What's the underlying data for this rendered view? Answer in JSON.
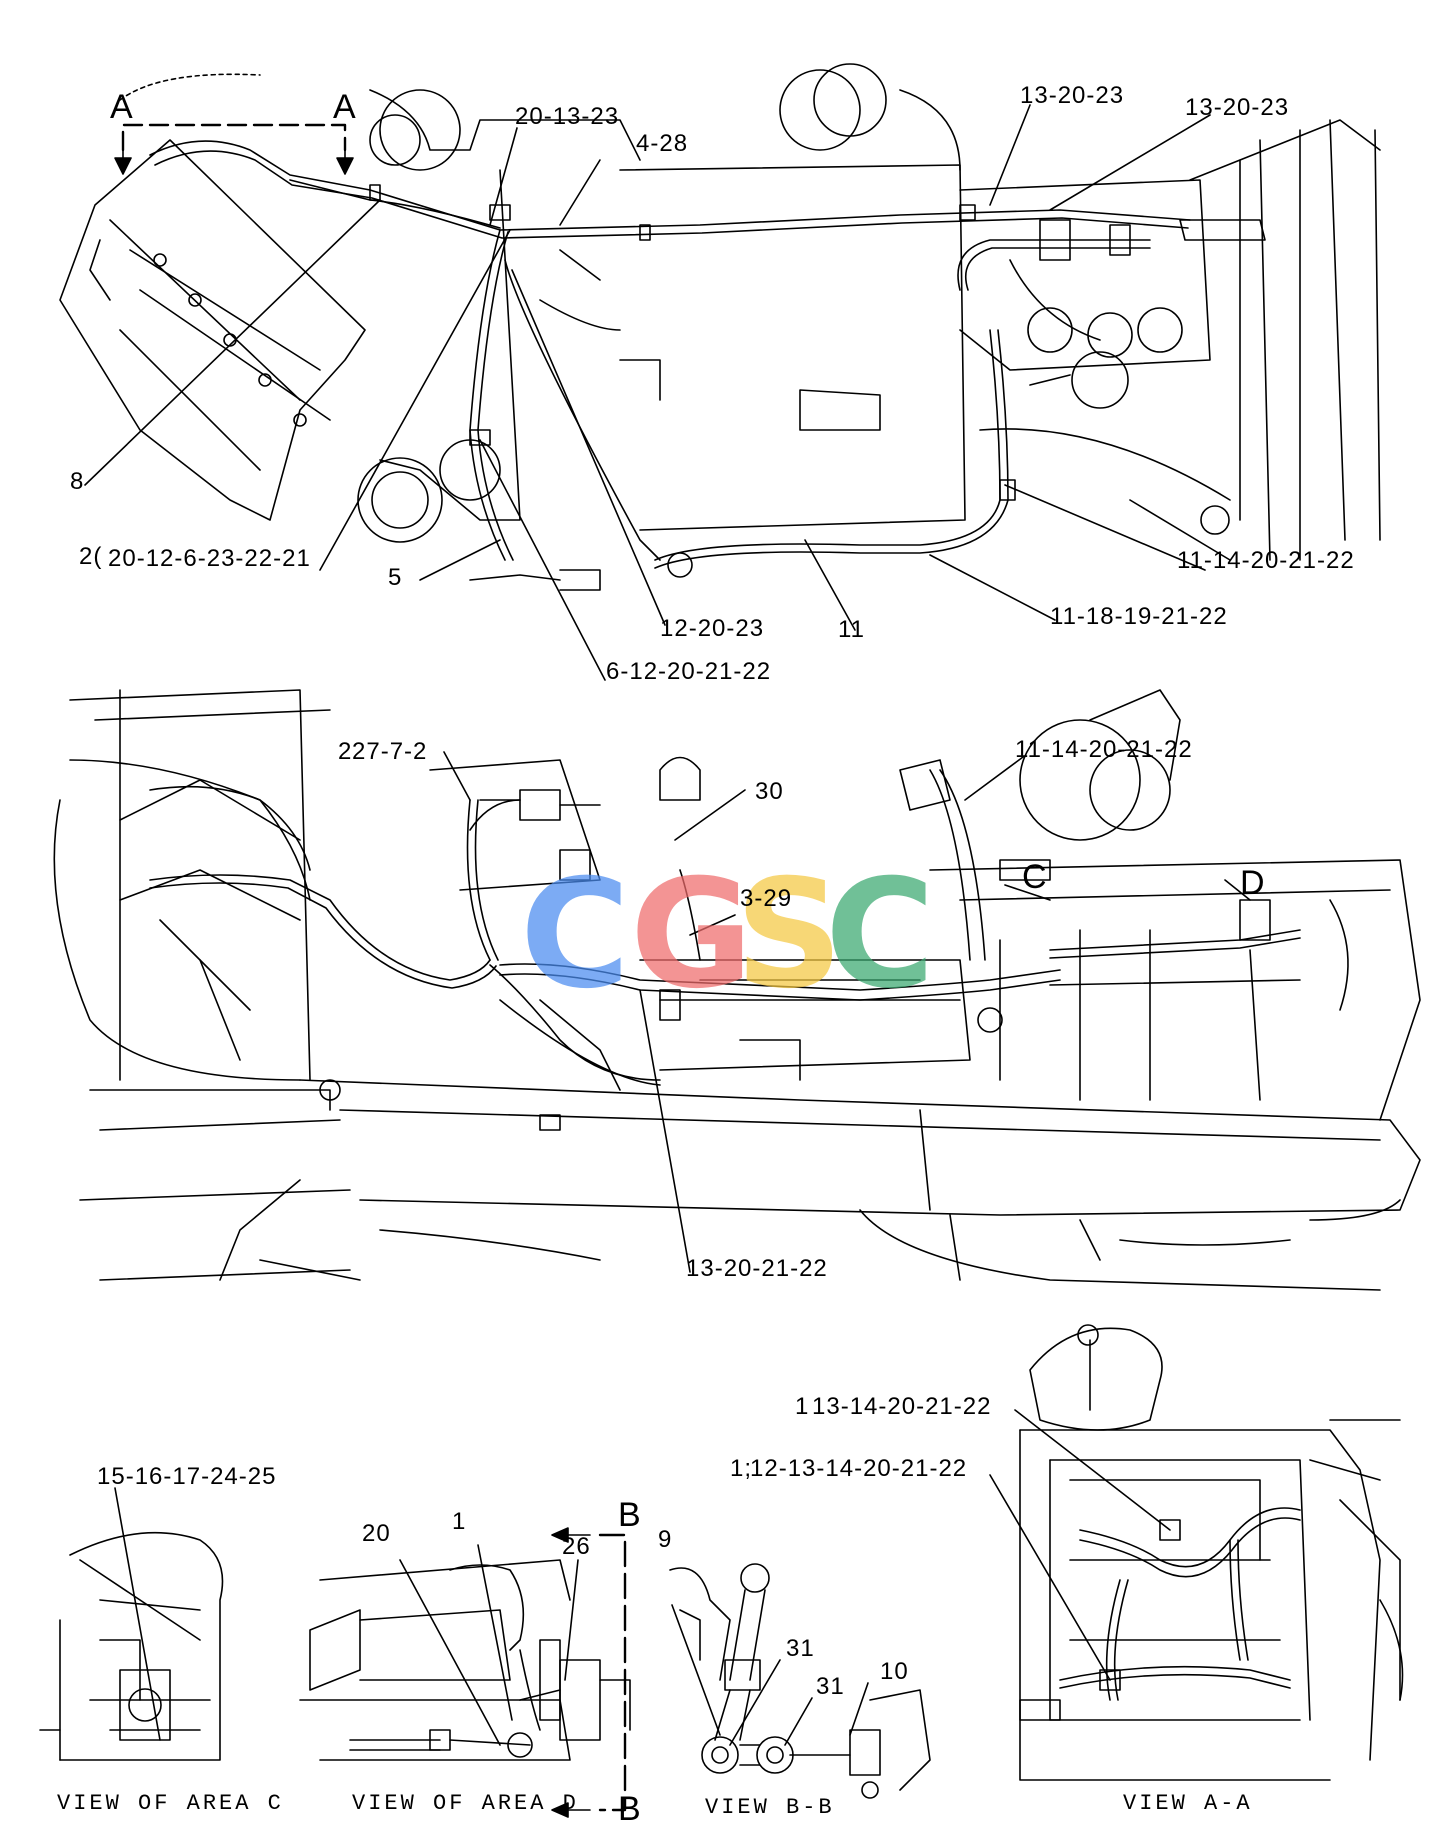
{
  "callouts": [
    {
      "id": "a-left",
      "text": "A"
    },
    {
      "id": "a-right",
      "text": "A"
    },
    {
      "id": "c1",
      "text": "20-13-23"
    },
    {
      "id": "c2",
      "text": "4-28"
    },
    {
      "id": "c3",
      "text": "13-20-23"
    },
    {
      "id": "c4",
      "text": "13-20-23"
    },
    {
      "id": "c5",
      "text": "8"
    },
    {
      "id": "c6",
      "text": "2("
    },
    {
      "id": "c7",
      "text": "20-12-6-23-22-21"
    },
    {
      "id": "c8",
      "text": "5"
    },
    {
      "id": "c9",
      "text": "12-20-23"
    },
    {
      "id": "c10",
      "text": "11"
    },
    {
      "id": "c11",
      "text": "6-12-20-21-22"
    },
    {
      "id": "c12",
      "text": "11-14-20-21-22"
    },
    {
      "id": "c13",
      "text": "11-18-19-21-22"
    },
    {
      "id": "c14",
      "text": "2"
    },
    {
      "id": "c15",
      "text": "27-7-2"
    },
    {
      "id": "c16",
      "text": "11-14-20-21-22"
    },
    {
      "id": "c17",
      "text": "30"
    },
    {
      "id": "c18",
      "text": "3-29"
    },
    {
      "id": "c-c",
      "text": "C"
    },
    {
      "id": "c-d",
      "text": "D"
    },
    {
      "id": "c19",
      "text": "13-20-21-22"
    },
    {
      "id": "c20",
      "text": "1"
    },
    {
      "id": "c21",
      "text": "13-14-20-21-22"
    },
    {
      "id": "c22",
      "text": "1;"
    },
    {
      "id": "c23",
      "text": "12-13-14-20-21-22"
    },
    {
      "id": "c24",
      "text": "15-16-17-24-25"
    },
    {
      "id": "c25",
      "text": "20"
    },
    {
      "id": "c26",
      "text": "1"
    },
    {
      "id": "c27",
      "text": "26"
    },
    {
      "id": "b-top",
      "text": "B"
    },
    {
      "id": "b-bottom",
      "text": "B"
    },
    {
      "id": "c28",
      "text": "9"
    },
    {
      "id": "c29",
      "text": "31"
    },
    {
      "id": "c30",
      "text": "31"
    },
    {
      "id": "c31",
      "text": "10"
    }
  ],
  "views": [
    {
      "id": "area-c",
      "text": "VIEW OF AREA C"
    },
    {
      "id": "area-d",
      "text": "VIEW OF AREA D"
    },
    {
      "id": "b-b",
      "text": "VIEW B-B"
    },
    {
      "id": "a-a",
      "text": "VIEW A-A"
    }
  ],
  "watermark": {
    "letters": [
      "C",
      "G",
      "S",
      "C"
    ],
    "colors": [
      "#4a8cf0",
      "#ef6b6b",
      "#f5c842",
      "#3aa870"
    ]
  }
}
